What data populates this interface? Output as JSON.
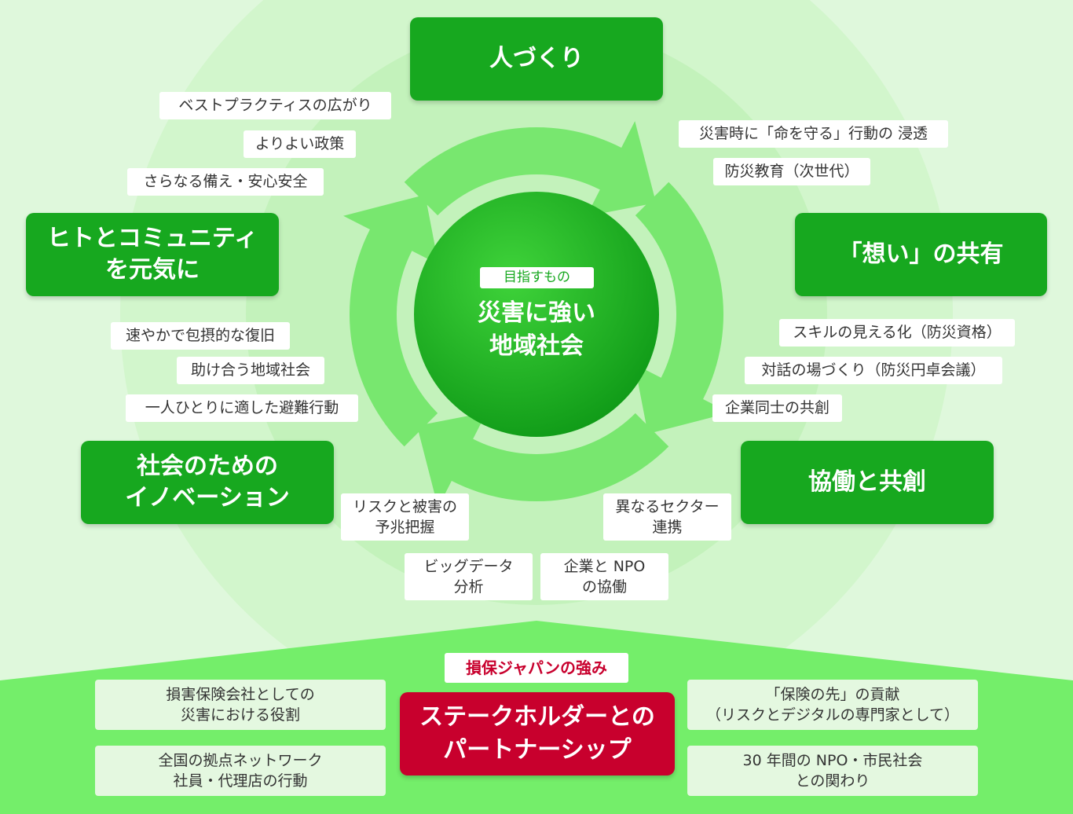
{
  "colors": {
    "primary_green": "#17a81f",
    "accent_red": "#c8002d",
    "light_green": "#dff8dc",
    "band_green": "#74ee6a"
  },
  "center": {
    "caption": "目指すもの",
    "title_line1": "災害に強い",
    "title_line2": "地域社会"
  },
  "stages": {
    "top": "人づくり",
    "right": "「想い」の共有",
    "bottom_right": "協働と共創",
    "bottom_left_line1": "社会のための",
    "bottom_left_line2": "イノベーション",
    "left_line1": "ヒトとコミュニティ",
    "left_line2": "を元気に"
  },
  "labels": {
    "best_practice": "ベストプラクティスの広がり",
    "better_policy": "よりよい政策",
    "more_preparedness": "さらなる備え・安心安全",
    "life_saving": "災害時に「命を守る」行動の 浸透",
    "disaster_education": "防災教育（次世代）",
    "skill_visualization": "スキルの見える化（防災資格）",
    "dialogue_place": "対話の場づくり（防災円卓会議）",
    "corporate_cocreation": "企業同士の共創",
    "cross_sector_line1": "異なるセクター",
    "cross_sector_line2": "連携",
    "company_npo_line1": "企業と NPO",
    "company_npo_line2": "の協働",
    "big_data_line1": "ビッグデータ",
    "big_data_line2": "分析",
    "risk_sign_line1": "リスクと被害の",
    "risk_sign_line2": "予兆把握",
    "swift_recovery": "速やかで包摂的な復旧",
    "mutual_help": "助け合う地域社会",
    "evacuation": "一人ひとりに適した避難行動"
  },
  "bottom": {
    "strength_label": "損保ジャパンの強み",
    "partnership_line1": "ステークホルダーとの",
    "partnership_line2": "パートナーシップ",
    "role_line1": "損害保険会社としての",
    "role_line2": "災害における役割",
    "network_line1": "全国の拠点ネットワーク",
    "network_line2": "社員・代理店の行動",
    "contribution_line1": "「保険の先」の貢献",
    "contribution_line2": "（リスクとデジタルの専門家として）",
    "npo_line1": "30 年間の NPO・市民社会",
    "npo_line2": "との関わり"
  }
}
